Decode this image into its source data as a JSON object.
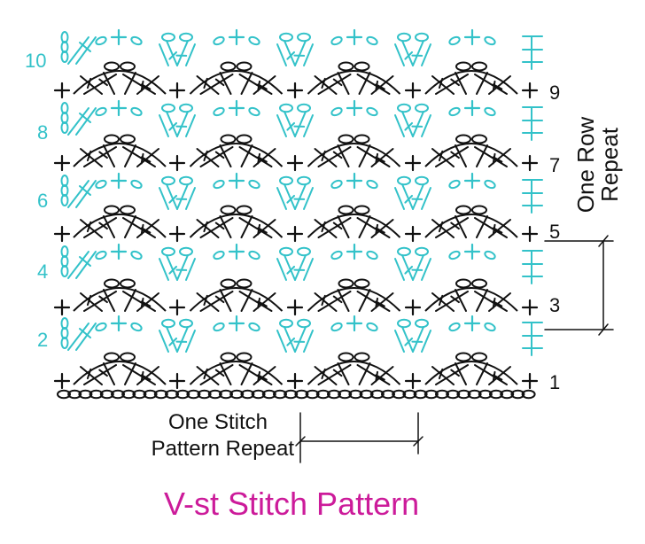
{
  "diagram": {
    "title": "V-st Stitch Pattern",
    "colors": {
      "odd_rows": "#111111",
      "even_rows": "#33c2c9",
      "title": "#cc1b9a"
    },
    "left_row_numbers": [
      "10",
      "8",
      "6",
      "4",
      "2"
    ],
    "right_row_numbers": [
      "9",
      "7",
      "5",
      "3",
      "1"
    ],
    "row_repeat_label": [
      "One Row",
      "Repeat"
    ],
    "stitch_repeat_label": [
      "One Stitch",
      "Pattern Repeat"
    ],
    "symbol_legend": {
      "chain": "oval",
      "single_crochet": "+",
      "double_crochet": "crossed post"
    }
  }
}
